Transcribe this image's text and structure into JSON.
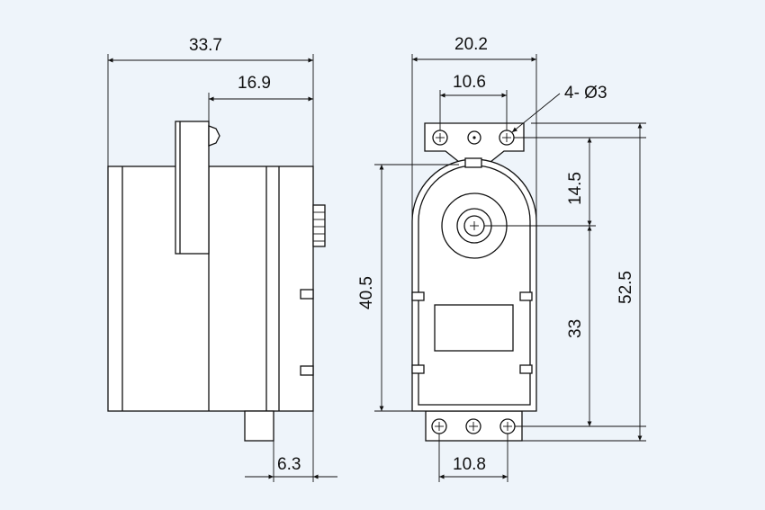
{
  "dimensions": {
    "side_total_width": "33.7",
    "side_to_shaft": "16.9",
    "side_pin_offset": "6.3",
    "front_total_width": "20.2",
    "front_top_holes": "10.6",
    "front_hole_spec": "4- Ø3",
    "front_body_height": "40.5",
    "front_shaft_offset": "14.5",
    "front_hole_span": "33",
    "front_total_height": "52.5",
    "front_bottom_holes": "10.8"
  }
}
